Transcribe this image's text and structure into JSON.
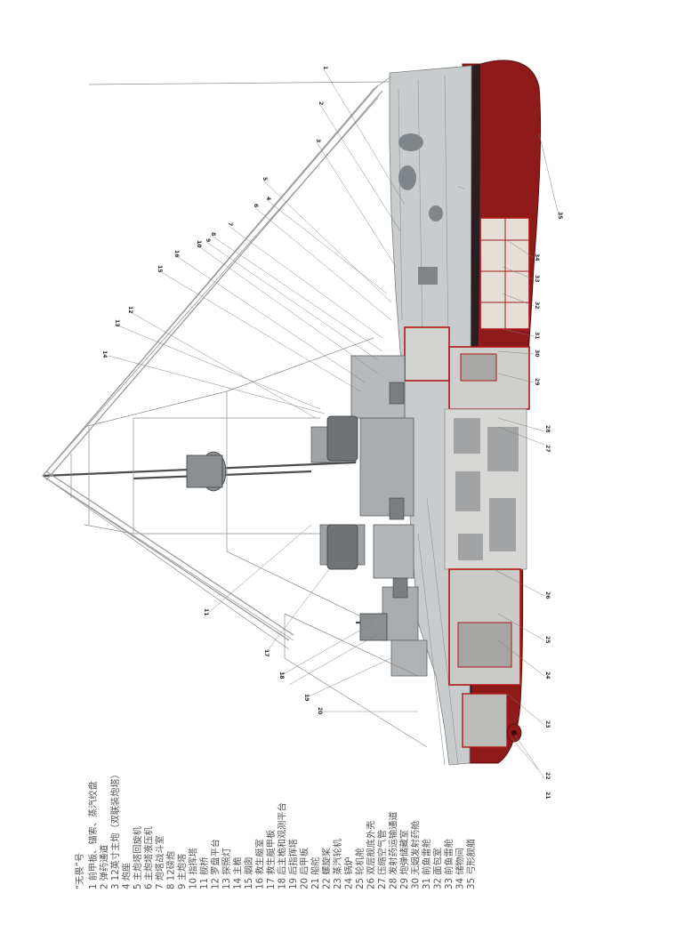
{
  "legend": {
    "title": "“无畏”号",
    "items": [
      "1 前甲板、锚索、蒸汽绞盘",
      "2 弹药通道",
      "3 12英寸主炮（双联装炮塔）",
      "4 炮座",
      "5 主炮塔回旋机",
      "6 主炮塔液压机",
      "7 炮塔战斗室",
      "8 12磅炮",
      "9 主炮塔",
      "10 指挥塔",
      "11 舰桥",
      "12 罗盘平台",
      "13 探照灯",
      "14 主桅",
      "15 烟囱",
      "16 救生艇室",
      "17 救生艇甲板",
      "18 后主桅和观测平台",
      "19 后指挥塔",
      "20 后甲板",
      "21 船舵",
      "22 螺旋桨",
      "23 蒸汽轮机",
      "24 锅炉",
      "25 轮机舱",
      "26 双层舰底外壳",
      "27 压缩空气管",
      "28 发射药运输通道",
      "29 炮弹储藏室",
      "30 无烟发射药舱",
      "31 前鱼雷舱",
      "32 面包室",
      "33 前鱼雷舱",
      "34 储物间",
      "35 弓形舰艏"
    ]
  },
  "callouts": [
    "1",
    "2",
    "3",
    "4",
    "5",
    "6",
    "7",
    "8",
    "9",
    "10",
    "11",
    "12",
    "13",
    "14",
    "15",
    "16",
    "17",
    "18",
    "19",
    "20",
    "21",
    "22",
    "23",
    "24",
    "25",
    "26",
    "27",
    "28",
    "29",
    "30",
    "31",
    "32",
    "33",
    "34",
    "35"
  ],
  "colors": {
    "hull_red": "#8e1a1a",
    "hull_red_dark": "#6a0f0f",
    "deck_grey": "#c9cccd",
    "superstructure_grey": "#9fa3a6",
    "rigging": "#8d8d8d",
    "legend_text": "#555555",
    "section_outline": "#b01818"
  }
}
